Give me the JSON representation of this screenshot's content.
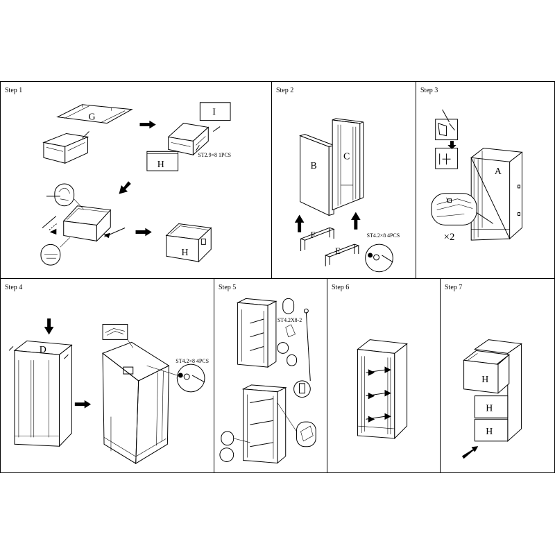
{
  "steps": [
    {
      "title": "Step 1",
      "labels": {
        "panel_g": "G",
        "panel_i": "I",
        "panel_h1": "H",
        "screw": "ST2.9×8  1PCS",
        "panel_h2": "H"
      }
    },
    {
      "title": "Step 2",
      "labels": {
        "panel_b": "B",
        "panel_c": "C",
        "panel_f": "F",
        "panel_e": "E",
        "screw": "ST4.2×8 4PCS"
      }
    },
    {
      "title": "Step 3",
      "labels": {
        "panel_a": "A",
        "count": "×2"
      }
    },
    {
      "title": "Step 4",
      "labels": {
        "panel_d": "D",
        "screw": "ST4.2×8  4PCS"
      }
    },
    {
      "title": "Step 5",
      "labels": {
        "screw": "ST4.2X8-2"
      }
    },
    {
      "title": "Step 6",
      "labels": {}
    },
    {
      "title": "Step 7",
      "labels": {
        "drawer_1": "H",
        "drawer_2": "H",
        "drawer_3": "H"
      }
    }
  ]
}
